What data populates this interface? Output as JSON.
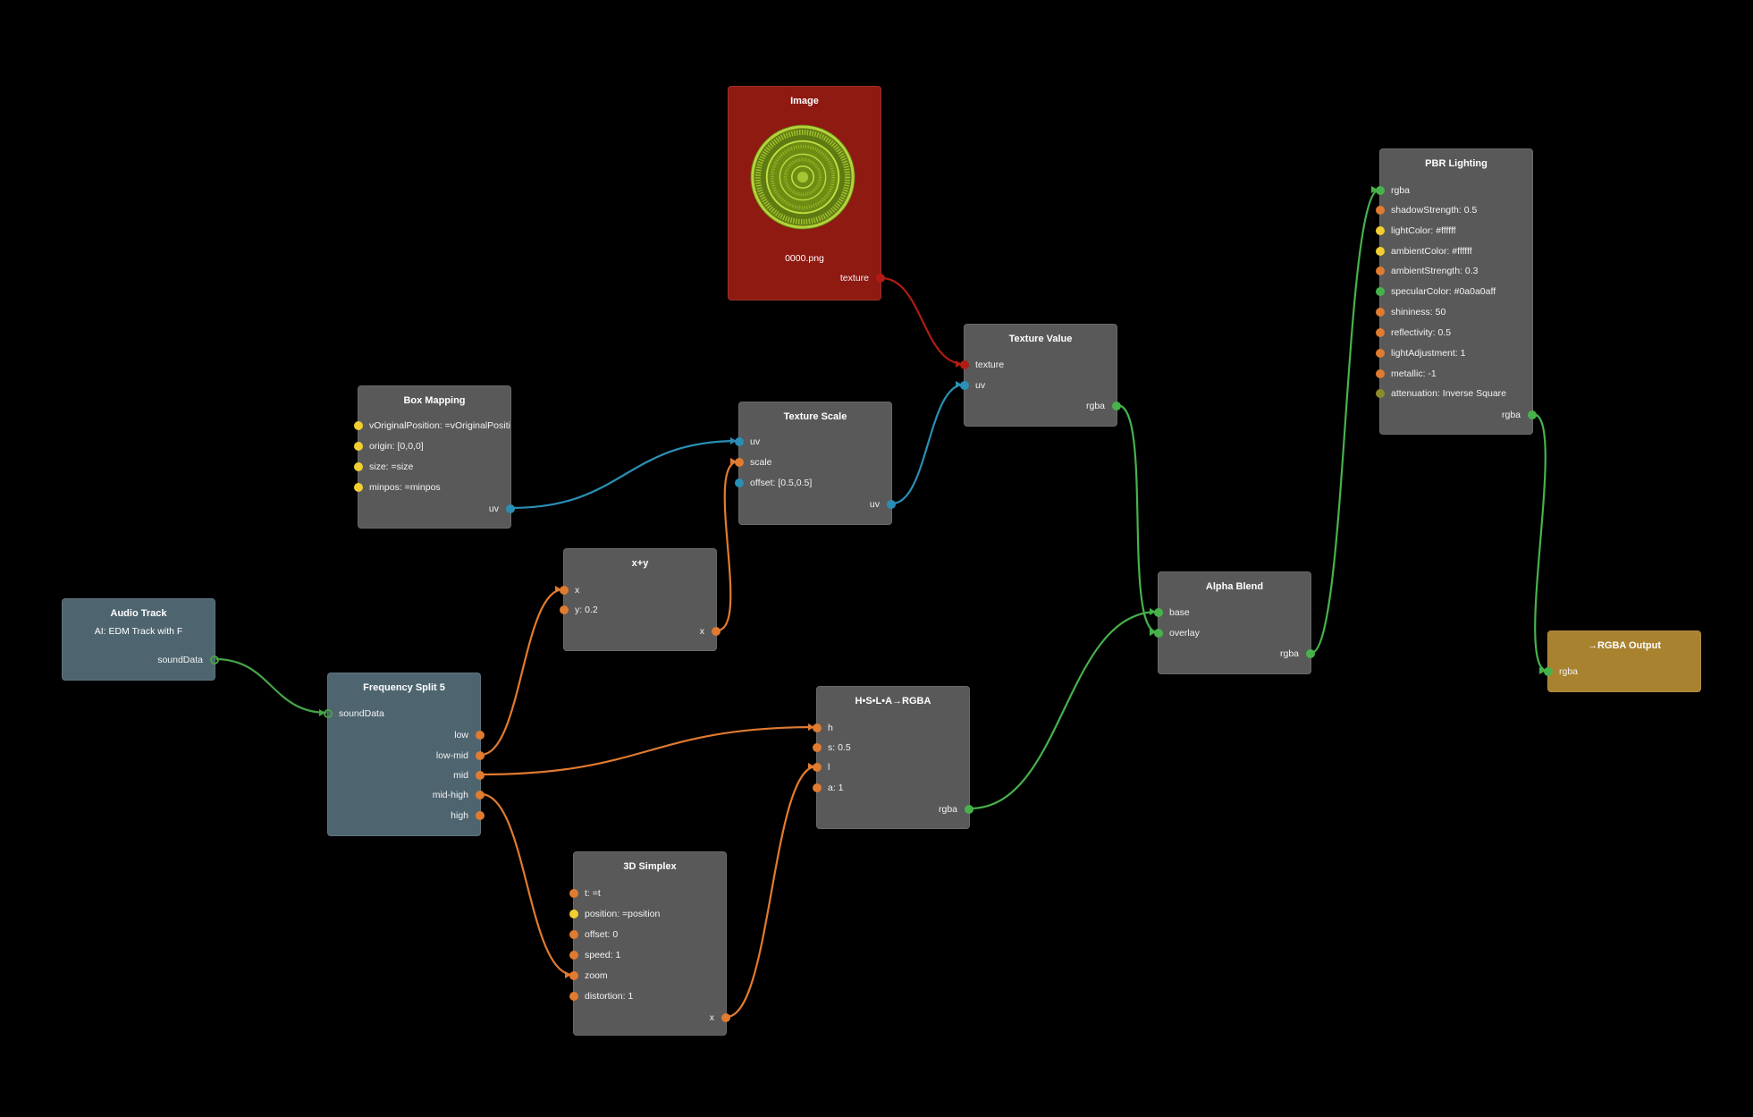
{
  "colors": {
    "background": "#000000",
    "node": "#595959",
    "source_node": "#4e6570",
    "image_node": "#8e1a12",
    "output_node": "#a8822f",
    "port_float": "#e07b30",
    "port_vec": "#f2cf30",
    "port_uv": "#2a8fb5",
    "port_rgba": "#47b24b",
    "port_texture": "#b01c14",
    "port_enum": "#8c8c2a"
  },
  "nodes": {
    "image": {
      "title": "Image",
      "filename": "0000.png",
      "out_texture": "texture"
    },
    "box_mapping": {
      "title": "Box Mapping",
      "in_voriginal": "vOriginalPosition: =vOriginalPositi",
      "in_origin": "origin: [0,0,0]",
      "in_size": "size: =size",
      "in_minpos": "minpos: =minpos",
      "out_uv": "uv"
    },
    "texture_scale": {
      "title": "Texture Scale",
      "in_uv": "uv",
      "in_scale": "scale",
      "in_offset": "offset: [0.5,0.5]",
      "out_uv": "uv"
    },
    "texture_value": {
      "title": "Texture Value",
      "in_texture": "texture",
      "in_uv": "uv",
      "out_rgba": "rgba"
    },
    "xy": {
      "title": "x+y",
      "in_x": "x",
      "in_y": "y: 0.2",
      "out_x": "x"
    },
    "audio_track": {
      "title": "Audio Track",
      "subtitle": "AI: EDM Track with F",
      "out_sounddata": "soundData"
    },
    "frequency_split": {
      "title": "Frequency Split 5",
      "in_sounddata": "soundData",
      "out_low": "low",
      "out_lowmid": "low-mid",
      "out_mid": "mid",
      "out_midhigh": "mid-high",
      "out_high": "high"
    },
    "hsla": {
      "title": "H•S•L•A→RGBA",
      "in_h": "h",
      "in_s": "s: 0.5",
      "in_l": "l",
      "in_a": "a: 1",
      "out_rgba": "rgba"
    },
    "simplex": {
      "title": "3D Simplex",
      "in_t": "t: =t",
      "in_position": "position: =position",
      "in_offset": "offset: 0",
      "in_speed": "speed: 1",
      "in_zoom": "zoom",
      "in_distortion": "distortion: 1",
      "out_x": "x"
    },
    "alpha_blend": {
      "title": "Alpha Blend",
      "in_base": "base",
      "in_overlay": "overlay",
      "out_rgba": "rgba"
    },
    "pbr": {
      "title": "PBR Lighting",
      "in_rgba": "rgba",
      "in_shadow": "shadowStrength: 0.5",
      "in_lightcolor": "lightColor: #ffffff",
      "in_ambientcolor": "ambientColor: #ffffff",
      "in_ambientstrength": "ambientStrength: 0.3",
      "in_specular": "specularColor: #0a0a0aff",
      "in_shininess": "shininess: 50",
      "in_reflectivity": "reflectivity: 0.5",
      "in_lightadj": "lightAdjustment: 1",
      "in_metallic": "metallic: -1",
      "in_attenuation": "attenuation: Inverse Square",
      "out_rgba": "rgba"
    },
    "rgba_output": {
      "title": "→RGBA Output",
      "in_rgba": "rgba"
    }
  },
  "connections": [
    {
      "from": "image.texture",
      "to": "texture_value.texture",
      "color": "#b01c14"
    },
    {
      "from": "box_mapping.uv",
      "to": "texture_scale.uv",
      "color": "#2a8fb5"
    },
    {
      "from": "texture_scale.uv",
      "to": "texture_value.uv",
      "color": "#2a8fb5"
    },
    {
      "from": "xy.x",
      "to": "texture_scale.scale",
      "color": "#e07b30"
    },
    {
      "from": "audio_track.soundData",
      "to": "frequency_split.soundData",
      "color": "#47a347"
    },
    {
      "from": "frequency_split.low-mid",
      "to": "xy.x",
      "color": "#e07b30"
    },
    {
      "from": "frequency_split.mid",
      "to": "hsla.h",
      "color": "#e07b30"
    },
    {
      "from": "frequency_split.mid-high",
      "to": "simplex.zoom",
      "color": "#e07b30"
    },
    {
      "from": "simplex.x",
      "to": "hsla.l",
      "color": "#e07b30"
    },
    {
      "from": "texture_value.rgba",
      "to": "alpha_blend.overlay",
      "color": "#47b24b"
    },
    {
      "from": "hsla.rgba",
      "to": "alpha_blend.base",
      "color": "#47b24b"
    },
    {
      "from": "alpha_blend.rgba",
      "to": "pbr.rgba",
      "color": "#47b24b"
    },
    {
      "from": "pbr.rgba",
      "to": "rgba_output.rgba",
      "color": "#47b24b"
    }
  ]
}
